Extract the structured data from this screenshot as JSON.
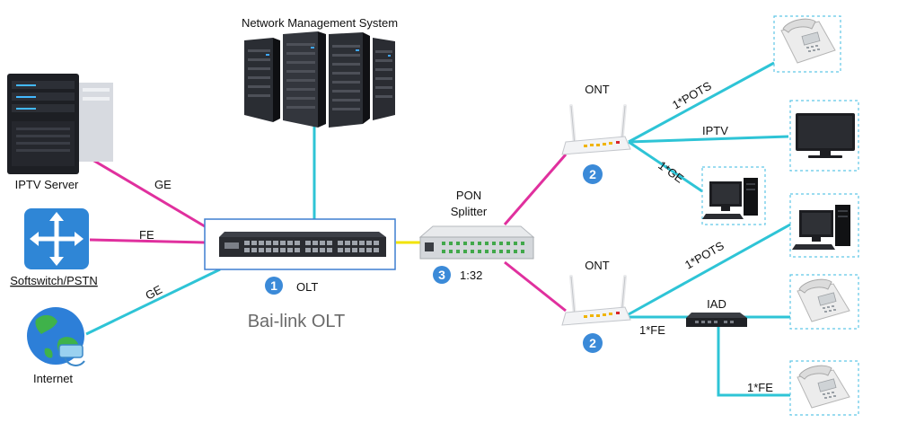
{
  "nodes": {
    "nms": "Network Management System",
    "iptv_server": "IPTV Server",
    "softswitch": "Softswitch/PSTN",
    "internet": "Internet",
    "olt": "OLT",
    "olt_brand": "Bai-link OLT",
    "splitter_line1": "PON",
    "splitter_line2": "Splitter",
    "split_ratio": "1:32",
    "ont_top": "ONT",
    "ont_bottom": "ONT",
    "iad": "IAD"
  },
  "links": {
    "iptv_ge": "GE",
    "softswitch_fe": "FE",
    "internet_ge": "GE",
    "ont1_pots": "1*POTS",
    "ont1_iptv": "IPTV",
    "ont1_ge": "1*GE",
    "ont2_pots": "1*POTS",
    "ont2_fe": "1*FE",
    "iad_fe": "1*FE"
  },
  "badges": {
    "olt": "1",
    "ont_top": "2",
    "ont_bottom": "2",
    "splitter": "3"
  },
  "colors": {
    "magenta": "#e0309e",
    "cyan": "#2ec4d6",
    "yellow": "#f2e300",
    "badge": "#3b8ad8"
  }
}
